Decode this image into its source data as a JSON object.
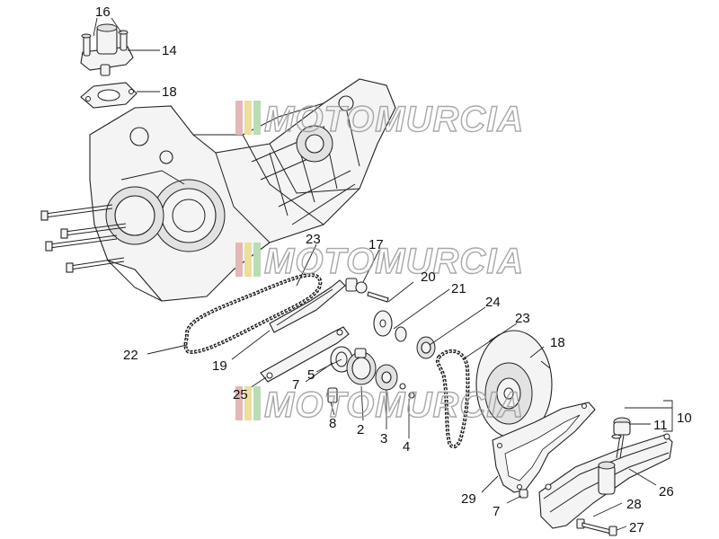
{
  "diagram": {
    "labels": [
      {
        "id": "l16",
        "text": "16"
      },
      {
        "id": "l14",
        "text": "14"
      },
      {
        "id": "l18a",
        "text": "18"
      },
      {
        "id": "l23a",
        "text": "23"
      },
      {
        "id": "l17",
        "text": "17"
      },
      {
        "id": "l20",
        "text": "20"
      },
      {
        "id": "l21",
        "text": "21"
      },
      {
        "id": "l24",
        "text": "24"
      },
      {
        "id": "l23b",
        "text": "23"
      },
      {
        "id": "l18b",
        "text": "18"
      },
      {
        "id": "l22",
        "text": "22"
      },
      {
        "id": "l19",
        "text": "19"
      },
      {
        "id": "l25",
        "text": "25"
      },
      {
        "id": "l7a",
        "text": "7"
      },
      {
        "id": "l5",
        "text": "5"
      },
      {
        "id": "l8",
        "text": "8"
      },
      {
        "id": "l2",
        "text": "2"
      },
      {
        "id": "l3",
        "text": "3"
      },
      {
        "id": "l4",
        "text": "4"
      },
      {
        "id": "l10",
        "text": "10"
      },
      {
        "id": "l11",
        "text": "11"
      },
      {
        "id": "l29",
        "text": "29"
      },
      {
        "id": "l26",
        "text": "26"
      },
      {
        "id": "l7b",
        "text": "7"
      },
      {
        "id": "l28",
        "text": "28"
      },
      {
        "id": "l27",
        "text": "27"
      }
    ]
  },
  "watermark": {
    "text": "MOTOMURCIA",
    "stripe_colors": [
      "#e3b8b8",
      "#eadf9c",
      "#b9dcb5"
    ]
  }
}
